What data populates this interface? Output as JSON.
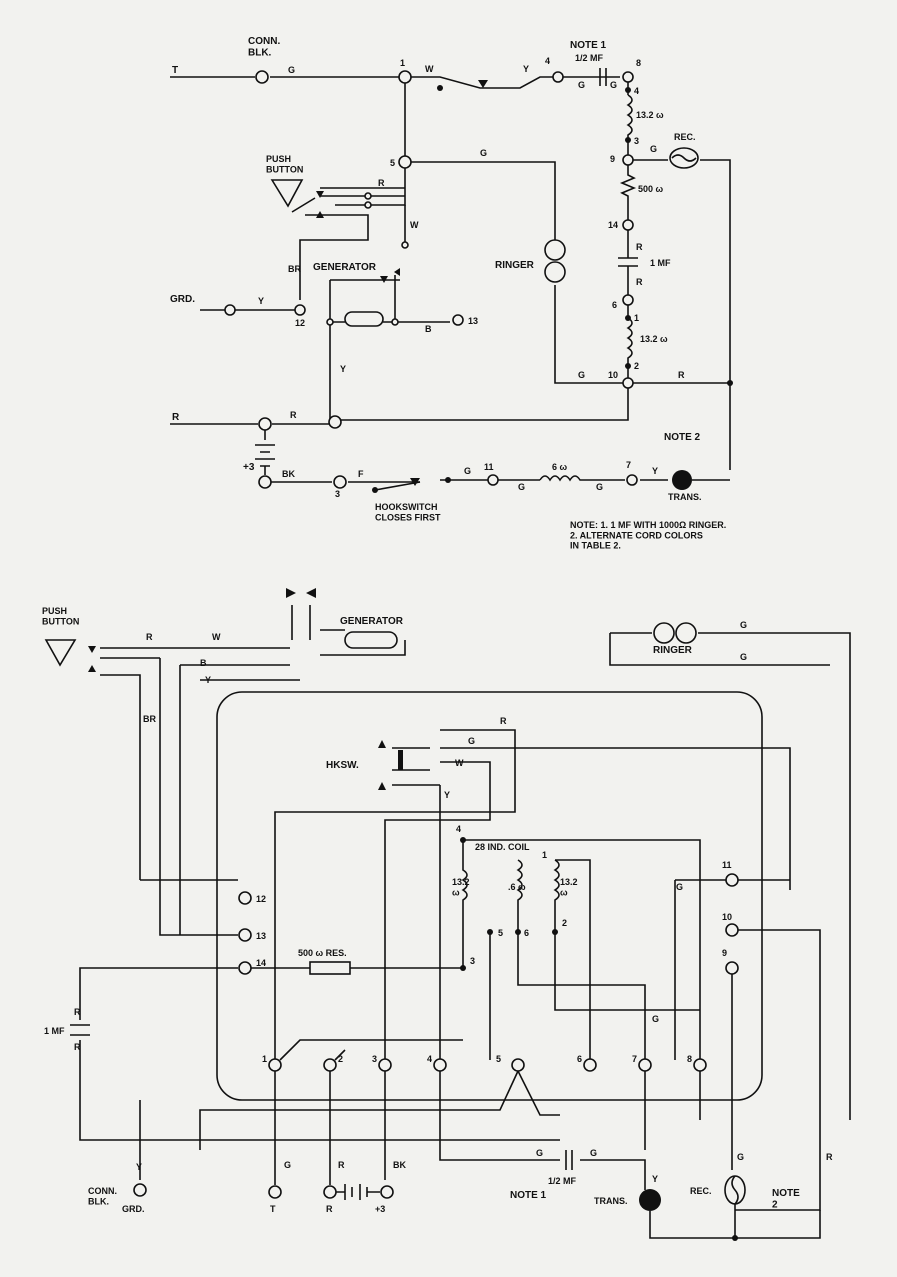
{
  "top": {
    "conn_blk": "CONN.\nBLK.",
    "push_button": "PUSH\nBUTTON",
    "generator": "GENERATOR",
    "ringer": "RINGER",
    "rec": "REC.",
    "trans": "TRANS.",
    "hookswitch": "HOOKSWITCH\nCLOSES FIRST",
    "note1": "NOTE 1",
    "note2": "NOTE 2",
    "half_mf": "1/2 MF",
    "one_mf": "1 MF",
    "r132_a": "13.2 ω",
    "r132_b": "13.2 ω",
    "r500": "500 ω",
    "r6": "6 ω",
    "grd": "GRD.",
    "plus3": "+3",
    "line_t": "T",
    "line_r": "R",
    "notes_text": "NOTE: 1. 1 MF WITH 1000Ω RINGER.\n2. ALTERNATE CORD COLORS\nIN TABLE 2.",
    "terminals": [
      "1",
      "2",
      "3",
      "4",
      "5",
      "6",
      "7",
      "8",
      "9",
      "10",
      "11",
      "12",
      "13",
      "14"
    ],
    "wire_colors": {
      "g": "G",
      "w": "W",
      "y": "Y",
      "r": "R",
      "b": "B",
      "br": "BR",
      "bk": "BK",
      "f": "F"
    }
  },
  "bottom": {
    "push_button": "PUSH\nBUTTON",
    "generator": "GENERATOR",
    "ringer": "RINGER",
    "hksw": "HKSW.",
    "ind_coil": "28 IND. COIL",
    "res500": "500 ω RES.",
    "one_mf": "1 MF",
    "half_mf": "1/2 MF",
    "rec": "REC.",
    "trans": "TRANS.",
    "note1": "NOTE 1",
    "note2": "NOTE\n2",
    "conn_blk": "CONN.\nBLK.",
    "grd": "GRD.",
    "coil_a": "13.2\nω",
    "coil_b": ".6 ω",
    "coil_c": "13.2\nω",
    "bottom_terms": [
      "1",
      "2",
      "3",
      "4",
      "5",
      "6",
      "7",
      "8"
    ],
    "right_terms": [
      "11",
      "10",
      "9"
    ],
    "left_terms": [
      "12",
      "13",
      "14"
    ],
    "bottom_leads": [
      "T",
      "R",
      "+3"
    ]
  }
}
